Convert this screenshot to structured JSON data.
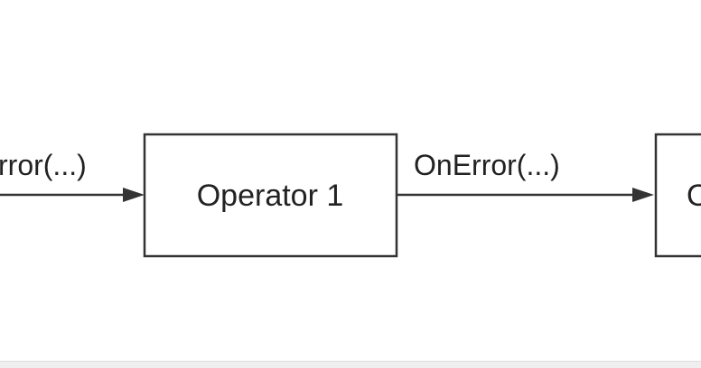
{
  "diagram": {
    "nodes": [
      {
        "id": "operator-1",
        "label": "Operator 1"
      },
      {
        "id": "operator-2",
        "label": "O"
      }
    ],
    "edges": [
      {
        "from": "",
        "to": "operator-1",
        "label": "rror(...)"
      },
      {
        "from": "operator-1",
        "to": "operator-2",
        "label": "OnError(...)"
      }
    ],
    "colors": {
      "stroke": "#333333",
      "text": "#222222",
      "background": "#ffffff"
    }
  }
}
